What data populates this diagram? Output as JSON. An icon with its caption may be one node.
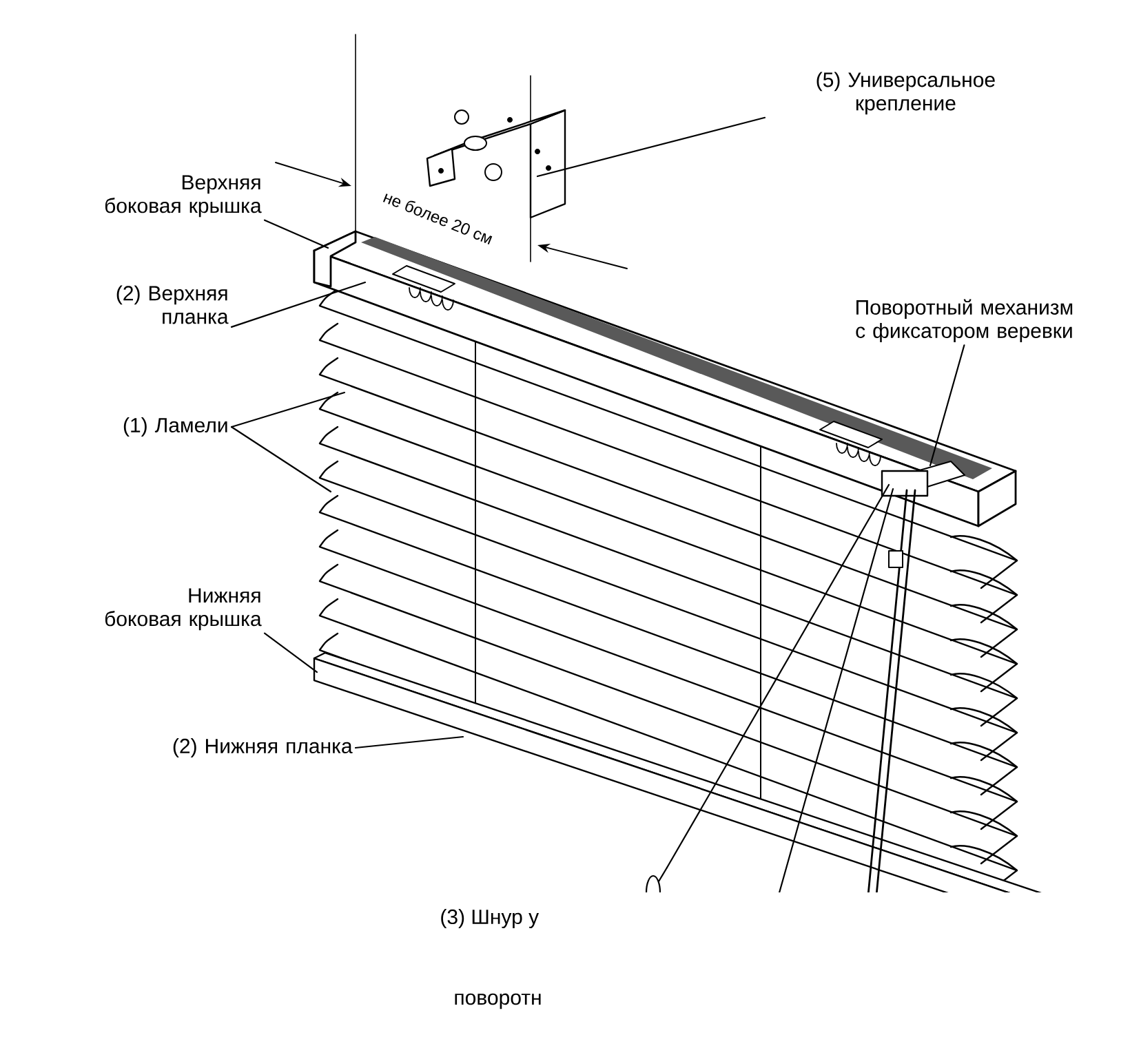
{
  "diagram": {
    "nodes": [
      {
        "text": [
          "(5) Универсальное крепление"
        ]
      },
      {
        "text": [
          "Верхняя боковая крышка"
        ]
      },
      {
        "text": [
          "(2) Верхняя планка"
        ]
      },
      {
        "text": [
          "Поворотный механизм с фиксатором веревки"
        ]
      },
      {
        "text": [
          "(1) Ламели"
        ]
      },
      {
        "text": [
          "Нижняя боковая крышка"
        ]
      },
      {
        "text": [
          "(2) Нижняя планка"
        ]
      }
    ],
    "edges": [
      {
        "from": 0,
        "to": null,
        "arrow": "none"
      },
      {
        "from": 1,
        "to": null,
        "arrow": "none"
      },
      {
        "from": 2,
        "to": null,
        "arrow": "none"
      },
      {
        "from": 3,
        "to": null,
        "arrow": "none"
      },
      {
        "from": 4,
        "to": null,
        "arrow": "none"
      },
      {
        "from": 4,
        "to": null,
        "arrow": "none"
      },
      {
        "from": 5,
        "to": null,
        "arrow": "none"
      },
      {
        "from": 6,
        "to": null,
        "arrow": "none"
      }
    ],
    "labels": [
      "не более 20 см",
      "(3) Шнур у",
      "поворотн"
    ]
  }
}
